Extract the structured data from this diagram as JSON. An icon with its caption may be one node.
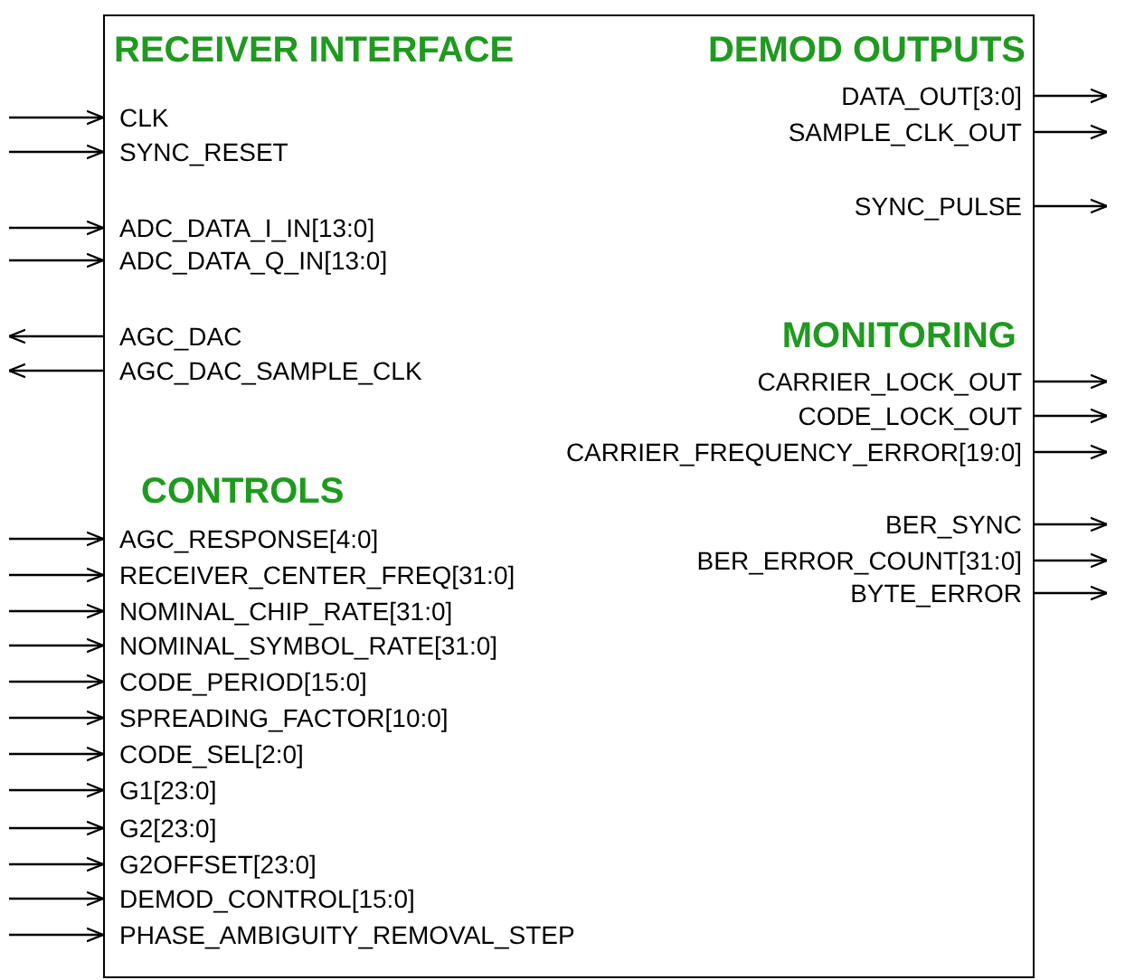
{
  "diagram": {
    "nodes": [
      {
        "text": [],
        "shape": "box"
      },
      {
        "text": [
          "CLK"
        ],
        "in": 0
      },
      {
        "text": [
          "SYNC_RESET"
        ],
        "in": 0
      },
      {
        "text": [
          "ADC_DATA_I_IN[13:0]"
        ],
        "in": 0
      },
      {
        "text": [
          "ADC_DATA_Q_IN[13:0]"
        ],
        "in": 0
      },
      {
        "text": [
          "AGC_DAC"
        ],
        "in": 0
      },
      {
        "text": [
          "AGC_DAC_SAMPLE_CLK"
        ],
        "in": 0
      },
      {
        "text": [
          "AGC_RESPONSE[4:0]"
        ],
        "in": 0
      },
      {
        "text": [
          "RECEIVER_CENTER_FREQ[31:0]"
        ],
        "in": 0
      },
      {
        "text": [
          "NOMINAL_CHIP_RATE[31:0]"
        ],
        "in": 0
      },
      {
        "text": [
          "NOMINAL_SYMBOL_RATE[31:0]"
        ],
        "in": 0
      },
      {
        "text": [
          "CODE_PERIOD[15:0]"
        ],
        "in": 0
      },
      {
        "text": [
          "SPREADING_FACTOR[10:0]"
        ],
        "in": 0
      },
      {
        "text": [
          "CODE_SEL[2:0]"
        ],
        "in": 0
      },
      {
        "text": [
          "G1[23:0]"
        ],
        "in": 0
      },
      {
        "text": [
          "G2[23:0]"
        ],
        "in": 0
      },
      {
        "text": [
          "G2OFFSET[23:0]"
        ],
        "in": 0
      },
      {
        "text": [
          "DEMOD_CONTROL[15:0]"
        ],
        "in": 0
      },
      {
        "text": [
          "PHASE_AMBIGUITY_REMOVAL_STEP"
        ],
        "in": 0
      },
      {
        "text": [
          "DATA_OUT[3:0]"
        ],
        "in": 0
      },
      {
        "text": [
          "SAMPLE_CLK_OUT"
        ],
        "in": 0
      },
      {
        "text": [
          "SYNC_PULSE"
        ],
        "in": 0
      },
      {
        "text": [
          "CARRIER_LOCK_OUT"
        ],
        "in": 0
      },
      {
        "text": [
          "CODE_LOCK_OUT"
        ],
        "in": 0
      },
      {
        "text": [
          "CARRIER_FREQUENCY_ERROR[19:0]"
        ],
        "in": 0
      },
      {
        "text": [
          "BER_SYNC"
        ],
        "in": 0
      },
      {
        "text": [
          "BER_ERROR_COUNT[31:0]"
        ],
        "in": 0
      },
      {
        "text": [
          "BYTE_ERROR"
        ],
        "in": 0
      }
    ],
    "edges": [
      {
        "from": null,
        "to": 1,
        "arrow": "to"
      },
      {
        "from": null,
        "to": 2,
        "arrow": "to"
      },
      {
        "from": null,
        "to": 3,
        "arrow": "to"
      },
      {
        "from": null,
        "to": 4,
        "arrow": "to"
      },
      {
        "from": 5,
        "to": null,
        "arrow": "to"
      },
      {
        "from": 6,
        "to": null,
        "arrow": "to"
      },
      {
        "from": null,
        "to": 7,
        "arrow": "to"
      },
      {
        "from": null,
        "to": 8,
        "arrow": "to"
      },
      {
        "from": null,
        "to": 9,
        "arrow": "to"
      },
      {
        "from": null,
        "to": 10,
        "arrow": "to"
      },
      {
        "from": null,
        "to": 11,
        "arrow": "to"
      },
      {
        "from": null,
        "to": 12,
        "arrow": "to"
      },
      {
        "from": null,
        "to": 13,
        "arrow": "to"
      },
      {
        "from": null,
        "to": 14,
        "arrow": "to"
      },
      {
        "from": null,
        "to": 15,
        "arrow": "to"
      },
      {
        "from": null,
        "to": 16,
        "arrow": "to"
      },
      {
        "from": null,
        "to": 17,
        "arrow": "to"
      },
      {
        "from": null,
        "to": 18,
        "arrow": "to"
      },
      {
        "from": 19,
        "to": null,
        "arrow": "to"
      },
      {
        "from": 20,
        "to": null,
        "arrow": "to"
      },
      {
        "from": 21,
        "to": null,
        "arrow": "to"
      },
      {
        "from": 22,
        "to": null,
        "arrow": "to"
      },
      {
        "from": 23,
        "to": null,
        "arrow": "to"
      },
      {
        "from": 24,
        "to": null,
        "arrow": "to"
      },
      {
        "from": 25,
        "to": null,
        "arrow": "to"
      },
      {
        "from": 26,
        "to": null,
        "arrow": "to"
      },
      {
        "from": 27,
        "to": null,
        "arrow": "to"
      }
    ],
    "labels": [
      "RECEIVER INTERFACE",
      "DEMOD OUTPUTS",
      "MONITORING",
      "CONTROLS"
    ]
  }
}
